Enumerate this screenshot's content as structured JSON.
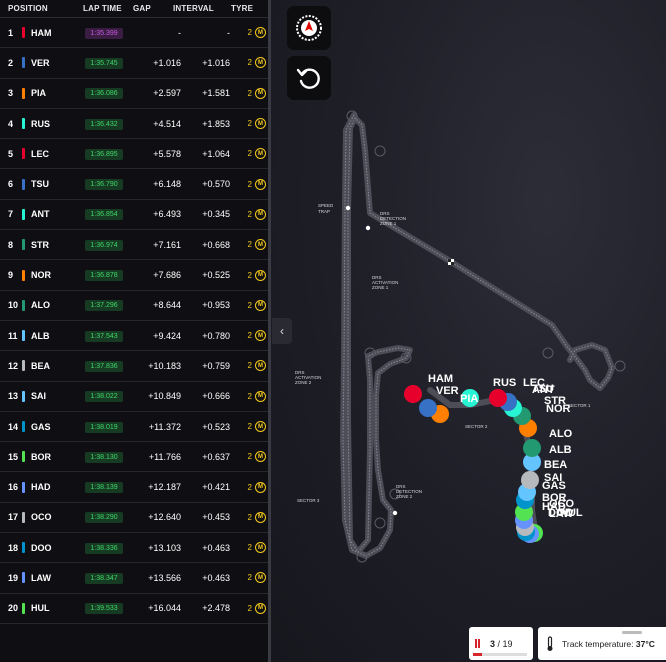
{
  "headers": {
    "position": "POSITION",
    "lap_time": "LAP TIME",
    "gap": "GAP",
    "interval": "INTERVAL",
    "tyre": "TYRE"
  },
  "drivers": [
    {
      "pos": "1",
      "code": "HAM",
      "lap": "1:35.399",
      "gap": "-",
      "interval": "-",
      "tyre_age": "2",
      "tyre": "M",
      "team_color": "#e8002d",
      "lap_color": "purple"
    },
    {
      "pos": "2",
      "code": "VER",
      "lap": "1:35.745",
      "gap": "+1.016",
      "interval": "+1.016",
      "tyre_age": "2",
      "tyre": "M",
      "team_color": "#3671c6",
      "lap_color": "green"
    },
    {
      "pos": "3",
      "code": "PIA",
      "lap": "1:36.086",
      "gap": "+2.597",
      "interval": "+1.581",
      "tyre_age": "2",
      "tyre": "M",
      "team_color": "#ff8000",
      "lap_color": "green"
    },
    {
      "pos": "4",
      "code": "RUS",
      "lap": "1:36.432",
      "gap": "+4.514",
      "interval": "+1.853",
      "tyre_age": "2",
      "tyre": "M",
      "team_color": "#27f4d2",
      "lap_color": "green"
    },
    {
      "pos": "5",
      "code": "LEC",
      "lap": "1:36.895",
      "gap": "+5.578",
      "interval": "+1.064",
      "tyre_age": "2",
      "tyre": "M",
      "team_color": "#e8002d",
      "lap_color": "green"
    },
    {
      "pos": "6",
      "code": "TSU",
      "lap": "1:36.790",
      "gap": "+6.148",
      "interval": "+0.570",
      "tyre_age": "2",
      "tyre": "M",
      "team_color": "#3671c6",
      "lap_color": "green"
    },
    {
      "pos": "7",
      "code": "ANT",
      "lap": "1:36.854",
      "gap": "+6.493",
      "interval": "+0.345",
      "tyre_age": "2",
      "tyre": "M",
      "team_color": "#27f4d2",
      "lap_color": "green"
    },
    {
      "pos": "8",
      "code": "STR",
      "lap": "1:36.974",
      "gap": "+7.161",
      "interval": "+0.668",
      "tyre_age": "2",
      "tyre": "M",
      "team_color": "#229971",
      "lap_color": "green"
    },
    {
      "pos": "9",
      "code": "NOR",
      "lap": "1:36.878",
      "gap": "+7.686",
      "interval": "+0.525",
      "tyre_age": "2",
      "tyre": "M",
      "team_color": "#ff8000",
      "lap_color": "green"
    },
    {
      "pos": "10",
      "code": "ALO",
      "lap": "1:37.296",
      "gap": "+8.644",
      "interval": "+0.953",
      "tyre_age": "2",
      "tyre": "M",
      "team_color": "#229971",
      "lap_color": "green"
    },
    {
      "pos": "11",
      "code": "ALB",
      "lap": "1:37.543",
      "gap": "+9.424",
      "interval": "+0.780",
      "tyre_age": "2",
      "tyre": "M",
      "team_color": "#64c4ff",
      "lap_color": "green"
    },
    {
      "pos": "12",
      "code": "BEA",
      "lap": "1:37.836",
      "gap": "+10.183",
      "interval": "+0.759",
      "tyre_age": "2",
      "tyre": "M",
      "team_color": "#b6babd",
      "lap_color": "green"
    },
    {
      "pos": "13",
      "code": "SAI",
      "lap": "1:38.022",
      "gap": "+10.849",
      "interval": "+0.666",
      "tyre_age": "2",
      "tyre": "M",
      "team_color": "#64c4ff",
      "lap_color": "green"
    },
    {
      "pos": "14",
      "code": "GAS",
      "lap": "1:38.019",
      "gap": "+11.372",
      "interval": "+0.523",
      "tyre_age": "2",
      "tyre": "M",
      "team_color": "#0093cc",
      "lap_color": "green"
    },
    {
      "pos": "15",
      "code": "BOR",
      "lap": "1:38.130",
      "gap": "+11.766",
      "interval": "+0.637",
      "tyre_age": "2",
      "tyre": "M",
      "team_color": "#52e252",
      "lap_color": "green"
    },
    {
      "pos": "16",
      "code": "HAD",
      "lap": "1:38.139",
      "gap": "+12.187",
      "interval": "+0.421",
      "tyre_age": "2",
      "tyre": "M",
      "team_color": "#6692ff",
      "lap_color": "green"
    },
    {
      "pos": "17",
      "code": "OCO",
      "lap": "1:38.290",
      "gap": "+12.640",
      "interval": "+0.453",
      "tyre_age": "2",
      "tyre": "M",
      "team_color": "#b6babd",
      "lap_color": "green"
    },
    {
      "pos": "18",
      "code": "DOO",
      "lap": "1:38.336",
      "gap": "+13.103",
      "interval": "+0.463",
      "tyre_age": "2",
      "tyre": "M",
      "team_color": "#0093cc",
      "lap_color": "green"
    },
    {
      "pos": "19",
      "code": "LAW",
      "lap": "1:38.347",
      "gap": "+13.566",
      "interval": "+0.463",
      "tyre_age": "2",
      "tyre": "M",
      "team_color": "#6692ff",
      "lap_color": "green"
    },
    {
      "pos": "20",
      "code": "HUL",
      "lap": "1:39.533",
      "gap": "+16.044",
      "interval": "+2.478",
      "tyre_age": "2",
      "tyre": "M",
      "team_color": "#52e252",
      "lap_color": "green"
    }
  ],
  "track_labels": {
    "speed_trap": [
      "SPEED",
      "TRAP"
    ],
    "drs_detection_1": [
      "DRS",
      "DETECTION",
      "ZONE 1"
    ],
    "drs_activation_1": [
      "DRS",
      "ACTIVATION",
      "ZONE 1"
    ],
    "drs_activation_2": [
      "DRS",
      "ACTIVATION",
      "ZONE 2"
    ],
    "drs_detection_2": [
      "DRS",
      "DETECTION",
      "ZONE 2"
    ],
    "sector_1": "SECTOR 1",
    "sector_2": "SECTOR 2",
    "sector_3": "SECTOR 3"
  },
  "car_labels": [
    "HAM",
    "VER",
    "PIA",
    "RUS",
    "LEC",
    "TSU",
    "ANT",
    "STR",
    "NOR",
    "ALO",
    "ALB",
    "BEA",
    "SAI",
    "GAS",
    "BOR",
    "HAD",
    "OCO",
    "DOO",
    "LAW",
    "HUL"
  ],
  "lap_counter": {
    "current": "3",
    "separator": " / ",
    "total": "19",
    "progress": 0.16
  },
  "track_temp": {
    "label": "Track temperature:",
    "value": "37°C"
  },
  "icons": {
    "compass": "compass-icon",
    "reset": "reset-icon",
    "collapse": "chevron-left-icon",
    "thermometer": "thermometer-icon"
  },
  "colors": {
    "tyre_medium": "#f3c81d",
    "fastest_lap": "#c65ce0",
    "personal_best": "#3fd86a"
  }
}
